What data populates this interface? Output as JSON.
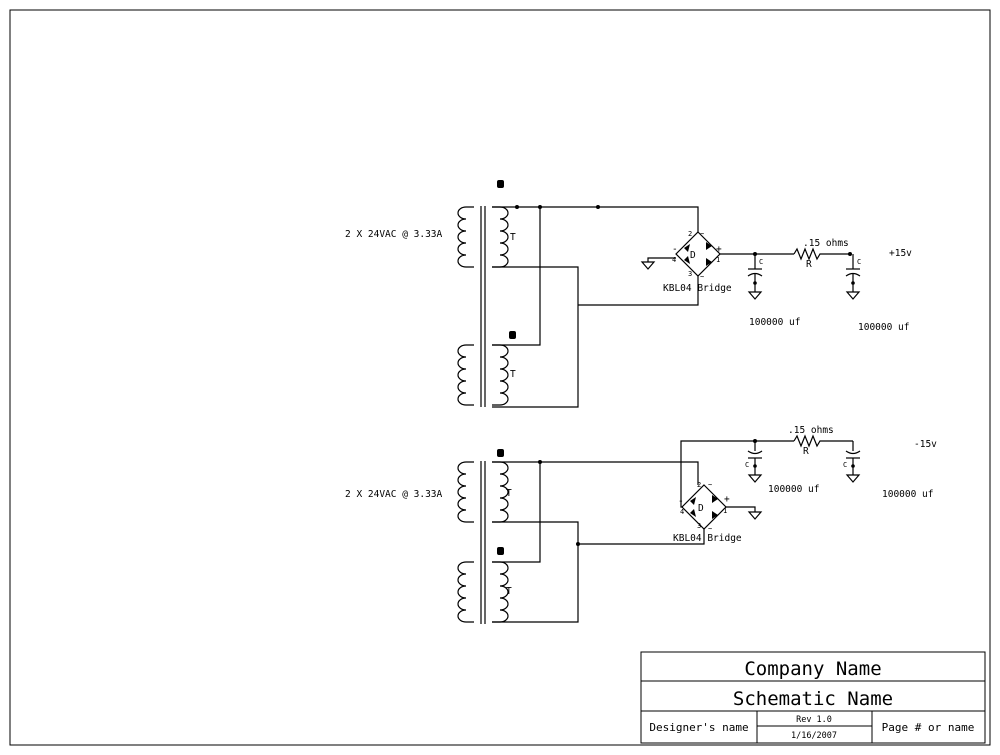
{
  "upper": {
    "transformer_label": "2 X 24VAC @ 3.33A",
    "t1": "T",
    "t2": "T",
    "bridge_name": "KBL04 Bridge",
    "bridge_D": "D",
    "pin1": "1",
    "pin2": "2",
    "pin3": "3",
    "pin4": "4",
    "plus": "+",
    "minus": "-",
    "tilde": "~",
    "cap1": "C",
    "cap2": "C",
    "resistor_value": ".15 ohms",
    "resistor_ref": "R",
    "cap1_value": "100000 uf",
    "cap2_value": "100000 uf",
    "output": "+15v"
  },
  "lower": {
    "transformer_label": "2 X 24VAC @ 3.33A",
    "t1": "T",
    "t2": "T",
    "bridge_name": "KBL04 Bridge",
    "bridge_D": "D",
    "pin1": "1",
    "pin2": "2",
    "pin3": "3",
    "pin4": "4",
    "plus": "+",
    "minus": "-",
    "tilde": "~",
    "cap1": "C",
    "cap2": "C",
    "resistor_value": ".15 ohms",
    "resistor_ref": "R",
    "cap1_value": "100000 uf",
    "cap2_value": "100000 uf",
    "output": "-15v"
  },
  "title_block": {
    "company": "Company Name",
    "schematic": "Schematic Name",
    "designer": "Designer's name",
    "revision": "Rev 1.0",
    "date": "1/16/2007",
    "page": "Page # or name"
  }
}
